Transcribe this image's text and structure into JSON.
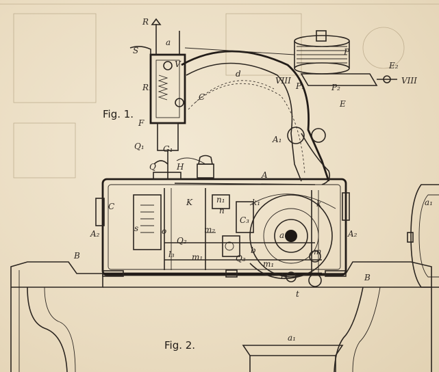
{
  "figures": {
    "fig1_caption": "Fig. 1.",
    "fig2_caption": "Fig. 2."
  },
  "labels": {
    "R": "R",
    "S": "S",
    "a": "a",
    "V": "V",
    "R1": "R₁",
    "C": "C",
    "F": "F",
    "G1": "G₁",
    "Q1": "Q₁",
    "Q": "Q",
    "H": "H",
    "d": "d",
    "P": "P",
    "VIII_left": "VIII",
    "VIII_right": "VIII",
    "P1": "P₁",
    "P2": "P₂",
    "E": "E",
    "E2": "E₂",
    "A1": "A₁",
    "A": "A",
    "C_box": "C",
    "K": "K",
    "k1": "k₁",
    "k": "k",
    "n1": "n₁",
    "n": "n",
    "m2": "m₂",
    "C3": "C₃",
    "s": "s",
    "o": "o",
    "Q2": "Q₂",
    "l3": "l₃",
    "m1": "m₁",
    "Q3": "Q₃",
    "b": "b",
    "A2_left": "A₂",
    "A2_right": "A₂",
    "B_left": "B",
    "B_right": "B",
    "m1b": "m₁",
    "l1": "l₁",
    "t": "t",
    "m": "m",
    "a_hub": "a",
    "a1_right": "a₁",
    "a1_bottom": "a₁"
  },
  "colors": {
    "paper": "#ece0c8",
    "ink": "#2b2520",
    "ghost": "#bfae8f"
  }
}
